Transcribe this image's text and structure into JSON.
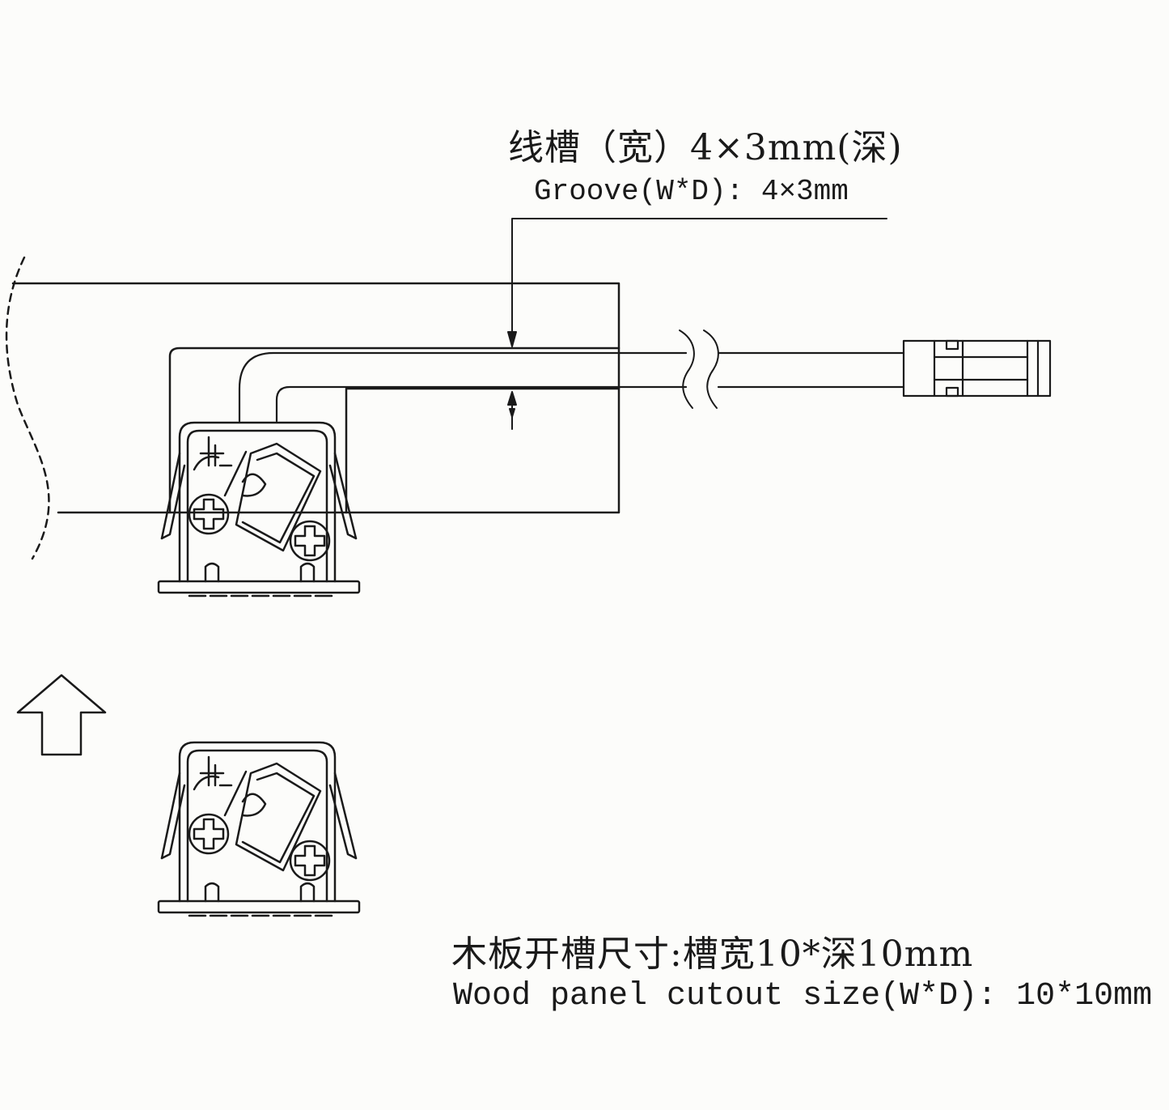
{
  "annotations": {
    "groove_cn": "线槽（宽）4×3mm(深)",
    "groove_en": "Groove(W*D): 4×3mm",
    "cutout_cn": "木板开槽尺寸:槽宽10*深10mm",
    "cutout_en": "Wood panel cutout size(W*D): 10*10mm"
  },
  "colors": {
    "background": "#fcfcfa",
    "line": "#1a1a1a"
  },
  "icons": {
    "install_arrow": "up-arrow-icon",
    "screw": "cross-screw-icon",
    "wire_break": "break-mark-icon"
  }
}
